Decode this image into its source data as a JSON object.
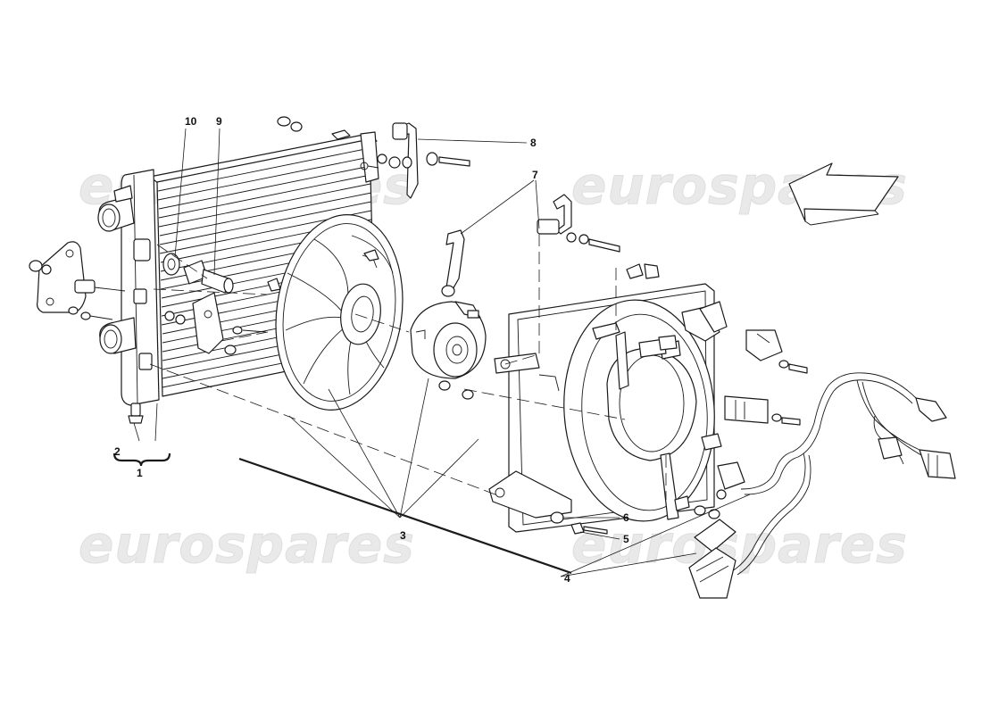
{
  "watermark": {
    "brand": "eurospares"
  },
  "callouts": [
    {
      "id": "1",
      "label": "1"
    },
    {
      "id": "2",
      "label": "2"
    },
    {
      "id": "3",
      "label": "3"
    },
    {
      "id": "4",
      "label": "4"
    },
    {
      "id": "5",
      "label": "5"
    },
    {
      "id": "6",
      "label": "6"
    },
    {
      "id": "7",
      "label": "7"
    },
    {
      "id": "8",
      "label": "8"
    },
    {
      "id": "9",
      "label": "9"
    },
    {
      "id": "10",
      "label": "10"
    }
  ],
  "icons": {
    "direction_arrow": "forward-arrow-icon"
  }
}
